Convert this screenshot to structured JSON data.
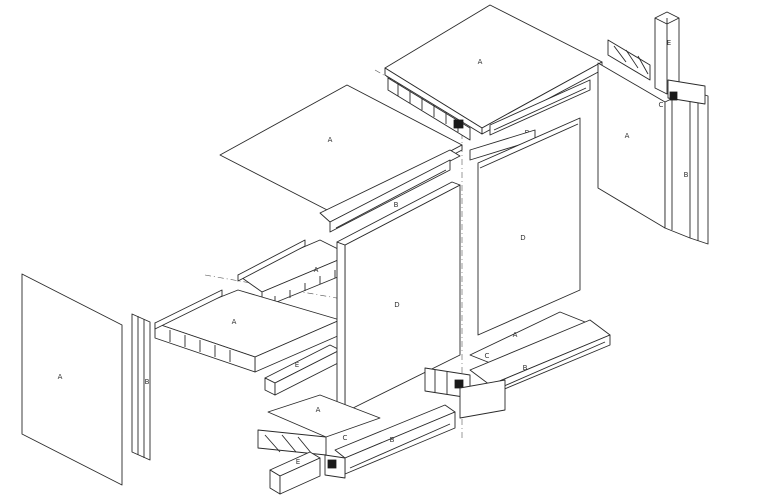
{
  "labels": {
    "panel": "A",
    "profile": "B",
    "connector": "C",
    "board": "D",
    "tube": "E"
  }
}
